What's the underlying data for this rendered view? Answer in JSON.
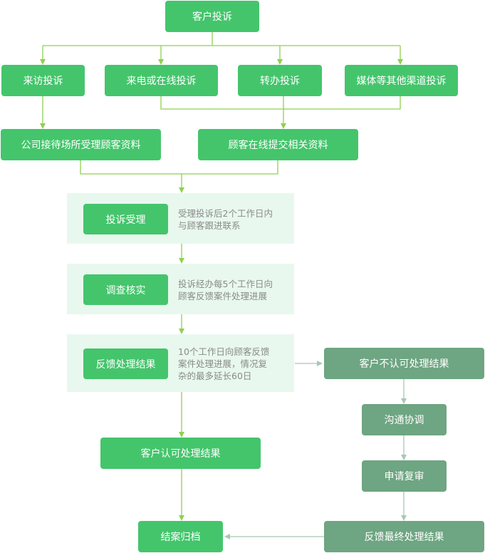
{
  "colors": {
    "green_box": "#44c56c",
    "muted_box": "#6ea582",
    "panel_bg": "#e8f8ee",
    "green_line": "#8fd14f",
    "muted_line": "#a8c8b4",
    "desc_text": "#8a8a8a"
  },
  "nodes": {
    "customer_complaint": "客户投诉",
    "visit_complaint": "来访投诉",
    "phone_online_complaint": "来电或在线投诉",
    "transferred_complaint": "转办投诉",
    "media_other_complaint": "媒体等其他渠道投诉",
    "reception_accepts": "公司接待场所受理顾客资料",
    "customer_submits_online": "顾客在线提交相关资料",
    "accept_complaint": "投诉受理",
    "investigate_verify": "调查核实",
    "feedback_result": "反馈处理结果",
    "customer_rejects": "客户不认可处理结果",
    "communicate": "沟通协调",
    "apply_review": "申请复审",
    "feedback_final": "反馈最终处理结果",
    "customer_accepts": "客户认可处理结果",
    "close_archive": "结案归档"
  },
  "descriptions": {
    "accept": "受理投诉后2个工作日内\n与顾客跟进联系",
    "investigate": "投诉经办每5个工作日向\n顾客反馈案件处理进展",
    "feedback": "10个工作日向顾客反馈\n案件处理进展，情况复\n杂的最多延长60日"
  }
}
